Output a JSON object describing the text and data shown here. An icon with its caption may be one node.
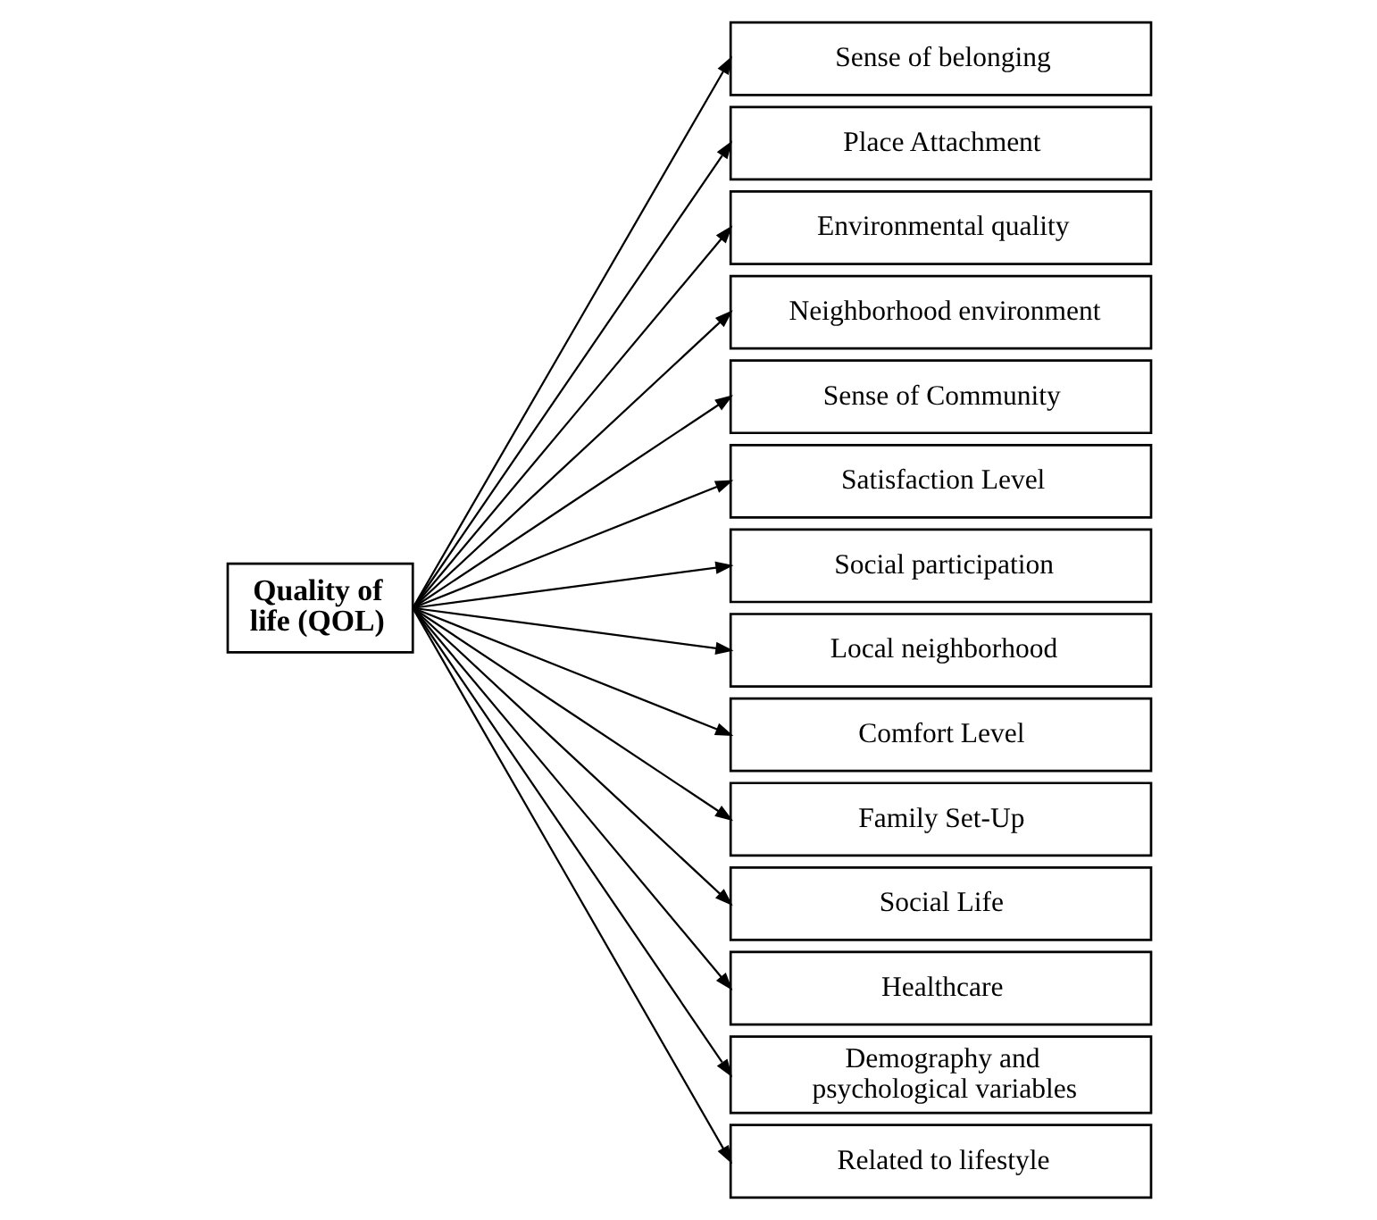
{
  "diagram": {
    "nodes": [
      {
        "text": [
          "Quality of life (QOL)"
        ]
      },
      {
        "text": [
          "Sense of belonging"
        ]
      },
      {
        "text": [
          "Place Attachment"
        ]
      },
      {
        "text": [
          "Environmental quality"
        ]
      },
      {
        "text": [
          "Neighborhood environment"
        ]
      },
      {
        "text": [
          "Sense of Community"
        ]
      },
      {
        "text": [
          "Satisfaction Level"
        ]
      },
      {
        "text": [
          "Social participation"
        ]
      },
      {
        "text": [
          "Local neighborhood"
        ]
      },
      {
        "text": [
          "Comfort Level"
        ]
      },
      {
        "text": [
          "Family Set-Up"
        ]
      },
      {
        "text": [
          "Social Life"
        ]
      },
      {
        "text": [
          "Healthcare"
        ]
      },
      {
        "text": [
          "Demography and psychological variables"
        ]
      },
      {
        "text": [
          "Related to lifestyle"
        ]
      }
    ],
    "edges": [
      {
        "from": 0,
        "to": 1,
        "arrow": "to"
      },
      {
        "from": 0,
        "to": 2,
        "arrow": "to"
      },
      {
        "from": 0,
        "to": 3,
        "arrow": "to"
      },
      {
        "from": 0,
        "to": 4,
        "arrow": "to"
      },
      {
        "from": 0,
        "to": 5,
        "arrow": "to"
      },
      {
        "from": 0,
        "to": 6,
        "arrow": "to"
      },
      {
        "from": 0,
        "to": 7,
        "arrow": "to"
      },
      {
        "from": 0,
        "to": 8,
        "arrow": "to"
      },
      {
        "from": 0,
        "to": 9,
        "arrow": "to"
      },
      {
        "from": 0,
        "to": 10,
        "arrow": "to"
      },
      {
        "from": 0,
        "to": 11,
        "arrow": "to"
      },
      {
        "from": 0,
        "to": 12,
        "arrow": "to"
      },
      {
        "from": 0,
        "to": 13,
        "arrow": "to"
      },
      {
        "from": 0,
        "to": 14,
        "arrow": "to"
      }
    ]
  }
}
